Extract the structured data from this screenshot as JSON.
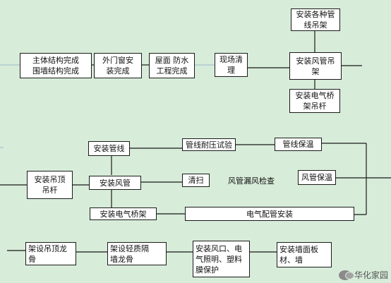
{
  "colors": {
    "background": "#d7ecd9",
    "box_fill": "#ffffff",
    "line": "#1a1a1a",
    "pale_line": "#a7c4cf"
  },
  "row1": {
    "main_structure": "主体结构完成\n围墙结构完成",
    "exterior_windows": "外门窗安\n装完成",
    "roof_waterproof": "屋面 防水\n工程完成",
    "site_cleanup": "现场清理",
    "duct_hangers": "安装风管吊\n架",
    "pipe_hangers": "安装各种管\n线吊架",
    "cable_tray_hangers": "安装电气桥\n架吊杆"
  },
  "row2": {
    "install_pipes": "安装管线",
    "pipe_pressure_test": "管线耐压试验",
    "pipe_insulation": "管线保温",
    "ceiling_hanger_rods": "安装吊顶\n吊杆",
    "install_ducts": "安装风管",
    "cleaning": "清扫",
    "duct_leak_check": "风管漏风检查",
    "duct_insulation": "风管保温",
    "install_cable_tray": "安装电气桥架",
    "electrical_conduit": "电气配管安装"
  },
  "row3": {
    "ceiling_keel": "架设吊顶龙\n骨",
    "partition_keel": "架设轻质隔\n墙龙骨",
    "vents_lighting": "安装风口、电\n气照明、塑料\n膜保护",
    "wall_panels": "安装墙面板\n材、墙"
  },
  "watermark": {
    "icon": "wechat-icon",
    "text": "华化家园"
  }
}
